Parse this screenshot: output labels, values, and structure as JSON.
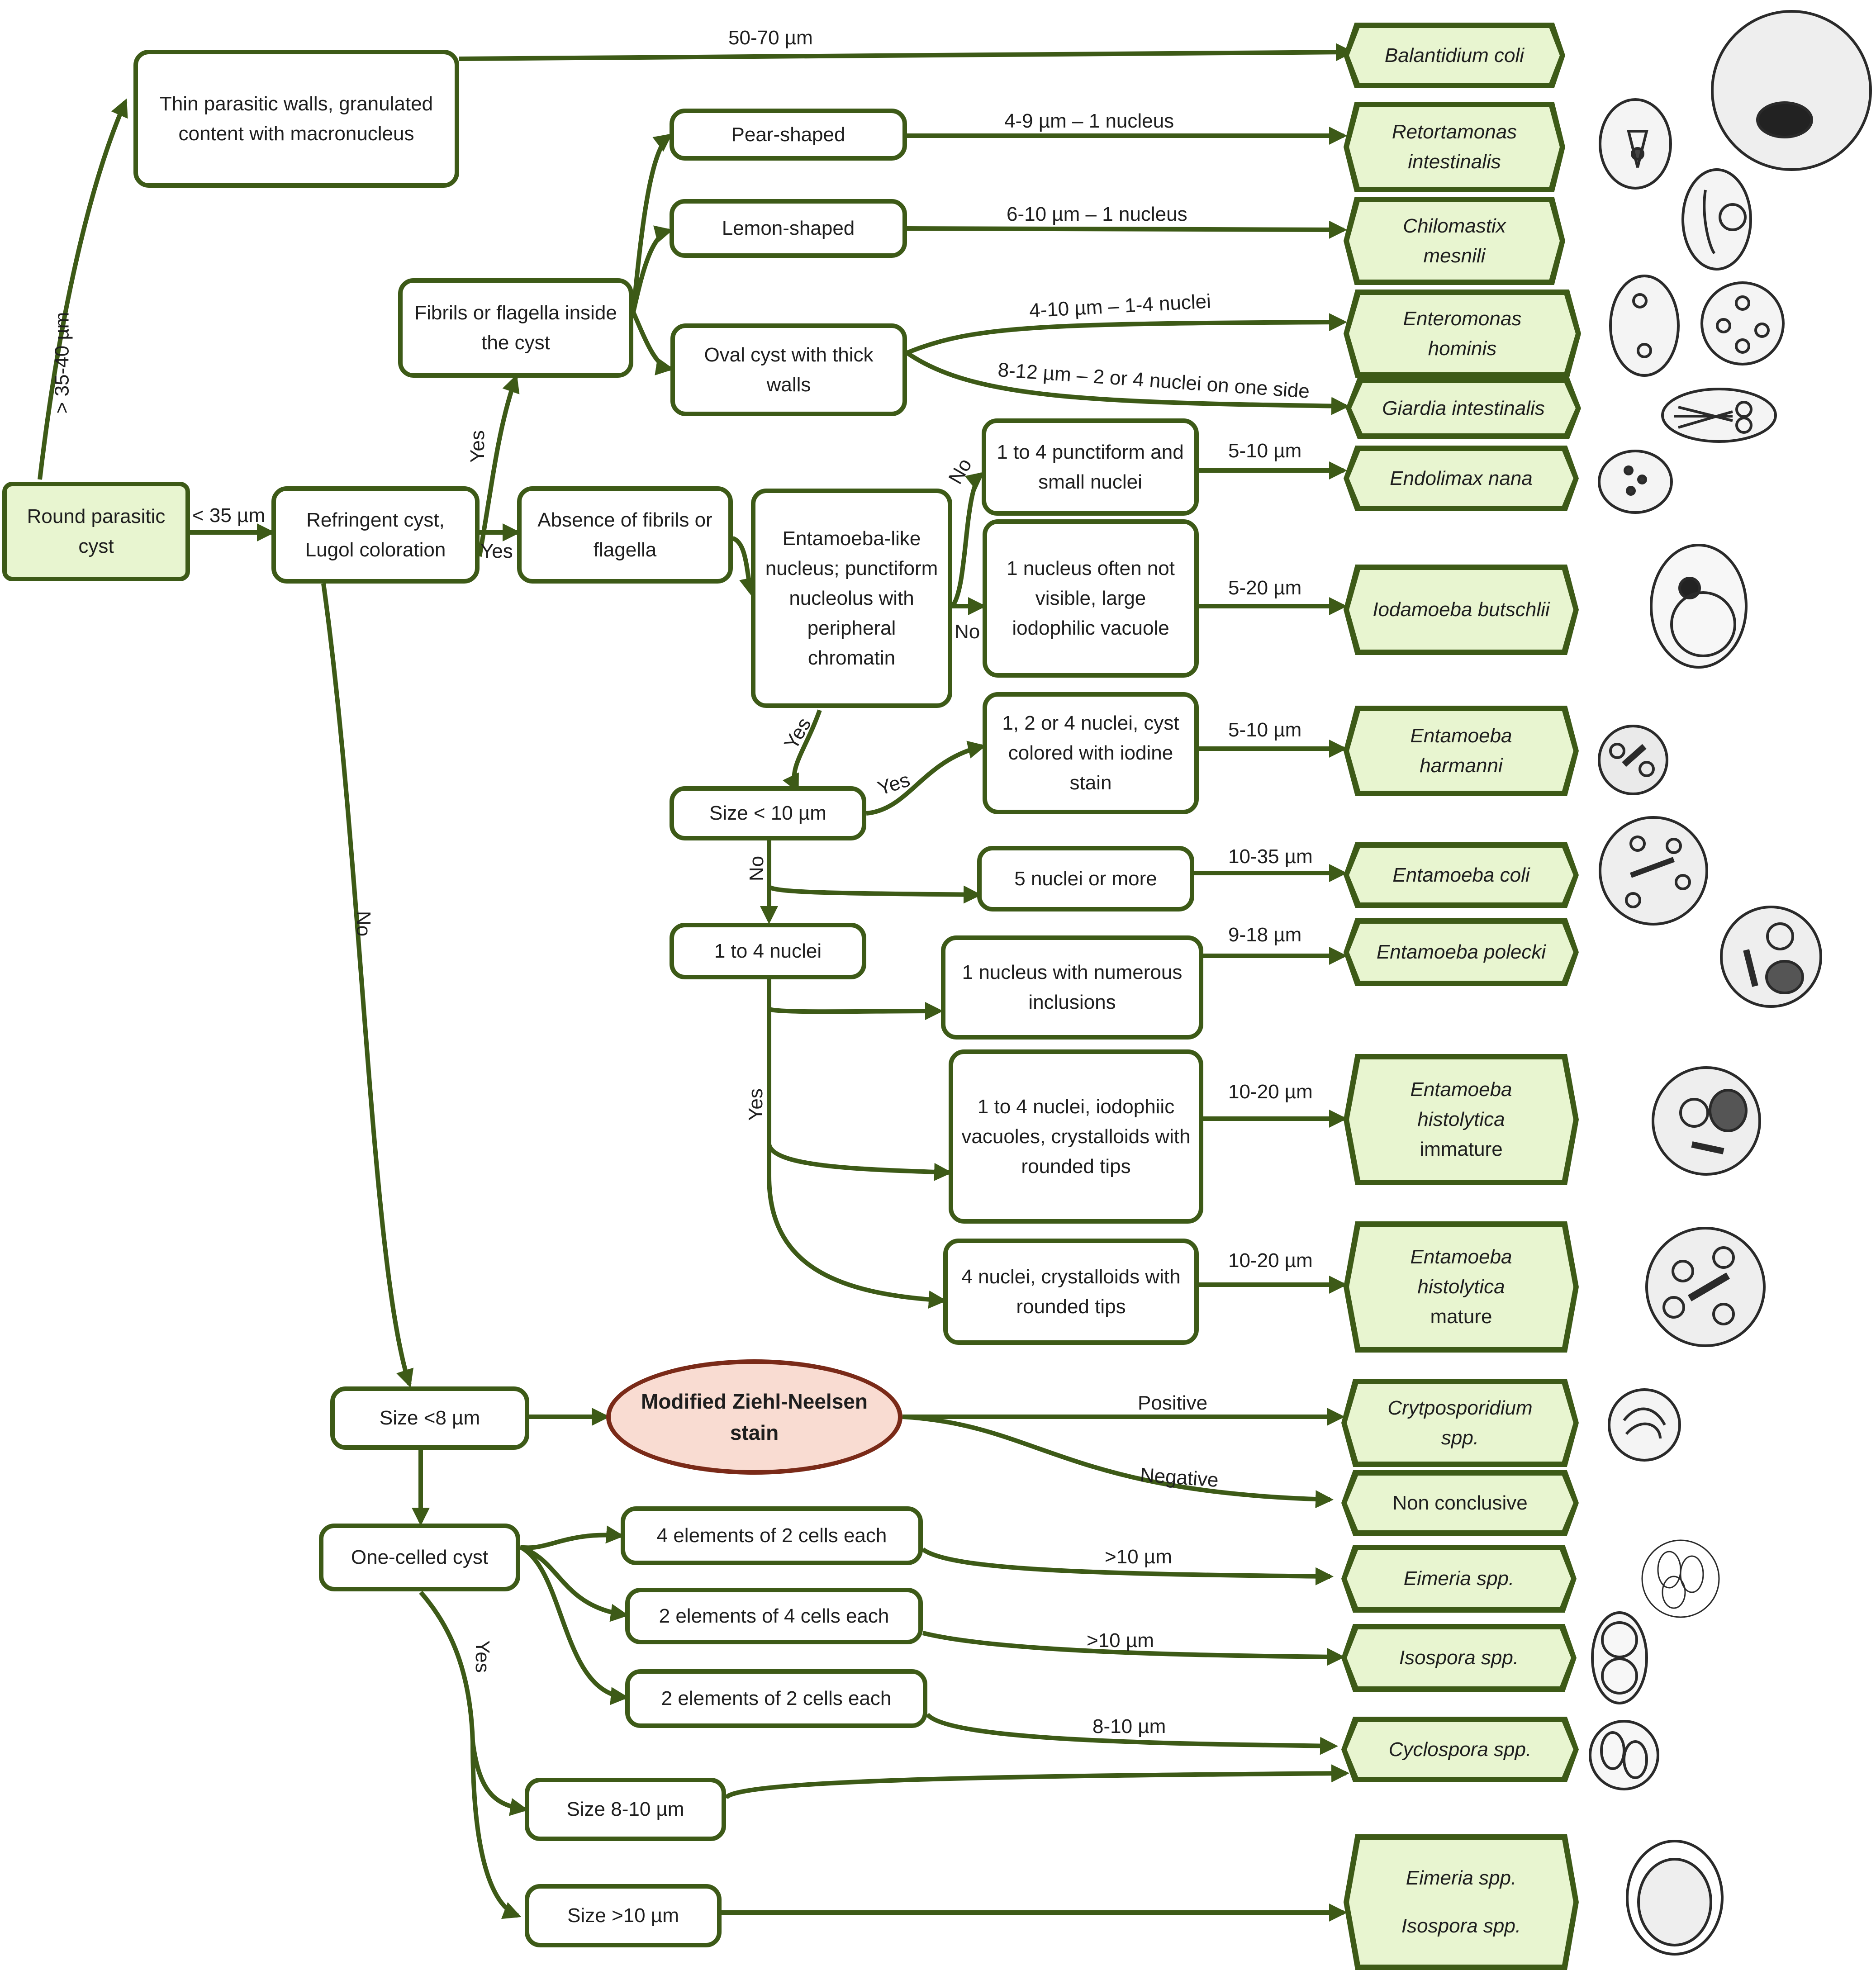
{
  "nodes": {
    "round_cyst": "Round parasitic cyst",
    "thin_walls": "Thin parasitic walls, granulated content with macronucleus",
    "refringent": "Refringent cyst, Lugol coloration",
    "fibrils": "Fibrils or flagella inside the cyst",
    "absence": "Absence of fibrils or flagella",
    "pear": "Pear-shaped",
    "lemon": "Lemon-shaped",
    "oval": "Oval cyst with thick walls",
    "entamoeba_like": "Entamoeba-like nucleus; punctiform nucleolus with peripheral chromatin",
    "punctiform": "1 to 4 punctiform and small nuclei",
    "one_nucleus_vacuole": "1 nucleus often not visible, large iodophilic vacuole",
    "iodine": "1, 2 or 4 nuclei, cyst colored with iodine stain",
    "size_lt10": "Size < 10 µm",
    "five_nuclei": "5 nuclei or more",
    "one_to_four": "1 to 4 nuclei",
    "inclusions": "1 nucleus with numerous inclusions",
    "iodophilic_vacuoles": "1 to 4 nuclei, iodophiic vacuoles, crystalloids with rounded tips",
    "four_nuclei": "4 nuclei, crystalloids with rounded tips",
    "size_lt8": "Size <8 µm",
    "ziehl": "Modified Ziehl-Neelsen stain",
    "one_celled": "One-celled cyst",
    "four_el_two": "4 elements of 2 cells each",
    "two_el_four": "2 elements of 4 cells each",
    "two_el_two": "2 elements of 2 cells each",
    "size_8_10": "Size 8-10 µm",
    "size_gt10": "Size >10 µm"
  },
  "results": {
    "balantidium": "Balantidium coli",
    "retortamonas": "Retortamonas intestinalis",
    "chilomastix": "Chilomastix mesnili",
    "enteromonas": "Enteromonas hominis",
    "giardia": "Giardia intestinalis",
    "endolimax": "Endolimax nana",
    "iodamoeba": "Iodamoeba butschlii",
    "harmanni": "Entamoeba harmanni",
    "coli": "Entamoeba coli",
    "polecki": "Entamoeba polecki",
    "histo_immature_1": "Entamoeba histolytica",
    "histo_immature_2": "immature",
    "histo_mature_1": "Entamoeba histolytica",
    "histo_mature_2": "mature",
    "cryptosporidium": "Crytposporidium spp.",
    "non_conclusive": "Non conclusive",
    "eimeria": "Eimeria spp.",
    "isospora": "Isospora spp.",
    "cyclospora": "Cyclospora spp.",
    "eimeria_2": "Eimeria spp.",
    "isospora_2": "Isospora spp."
  },
  "edge_labels": {
    "gt35_40": "> 35-40 µm",
    "lt35": "< 35 µm",
    "s50_70": "50-70 µm",
    "yes_fibrils": "Yes",
    "yes_absence": "Yes",
    "pear_size": "4-9 µm – 1 nucleus",
    "lemon_size": "6-10 µm – 1 nucleus",
    "enteromonas_size": "4-10 µm – 1-4 nuclei",
    "giardia_size": "8-12 µm – 2 or 4 nuclei on one side",
    "no_punct": "No",
    "no_vacuole": "No",
    "endolimax_size": "5-10 µm",
    "iodamoeba_size": "5-20 µm",
    "yes_size10": "Yes",
    "yes_iodine": "Yes",
    "harmanni_size": "5-10 µm",
    "no_size10": "No",
    "coli_size": "10-35 µm",
    "polecki_size": "9-18 µm",
    "yes_nuclei": "Yes",
    "immature_size": "10-20 µm",
    "mature_size": "10-20 µm",
    "no_main": "No",
    "positive": "Positive",
    "negative": "Negative",
    "eimeria_size": ">10 µm",
    "isospora_size": ">10 µm",
    "cyclospora_size": "8-10 µm",
    "yes_onecelled": "Yes"
  },
  "colors": {
    "edge": "#3d5a17",
    "box_fill": "#e8f5d0",
    "stain_fill": "#f9dcd2",
    "stain_border": "#7a2a18"
  }
}
